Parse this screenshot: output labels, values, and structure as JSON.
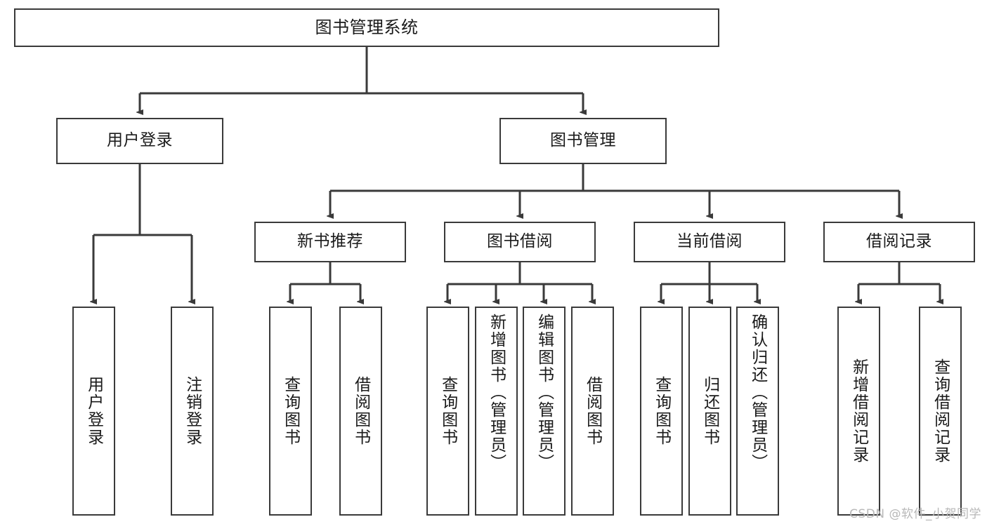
{
  "diagram": {
    "title": "图书管理系统",
    "type": "tree-hierarchy",
    "watermark": "CSDN @软件_小贺同学",
    "colors": {
      "box_border": "#3a3a3a",
      "box_fill": "#ffffff",
      "connector": "#3a3a3a",
      "text": "#1a1a1a",
      "watermark": "#b8b8b8"
    },
    "root": {
      "label": "图书管理系统"
    },
    "level2": [
      {
        "label": "用户登录"
      },
      {
        "label": "图书管理"
      }
    ],
    "level3": [
      {
        "label": "新书推荐"
      },
      {
        "label": "图书借阅"
      },
      {
        "label": "当前借阅"
      },
      {
        "label": "借阅记录"
      }
    ],
    "leaves": {
      "user_login": [
        {
          "label": "用户登录"
        },
        {
          "label": "注销登录"
        }
      ],
      "new_book": [
        {
          "label": "查询图书"
        },
        {
          "label": "借阅图书"
        }
      ],
      "book_borrow": [
        {
          "label": "查询图书"
        },
        {
          "label": "新增图书（管理员）"
        },
        {
          "label": "编辑图书（管理员）"
        },
        {
          "label": "借阅图书"
        }
      ],
      "current_borrow": [
        {
          "label": "查询图书"
        },
        {
          "label": "归还图书"
        },
        {
          "label": "确认归还（管理员）"
        }
      ],
      "borrow_record": [
        {
          "label": "新增借阅记录"
        },
        {
          "label": "查询借阅记录"
        }
      ]
    }
  }
}
